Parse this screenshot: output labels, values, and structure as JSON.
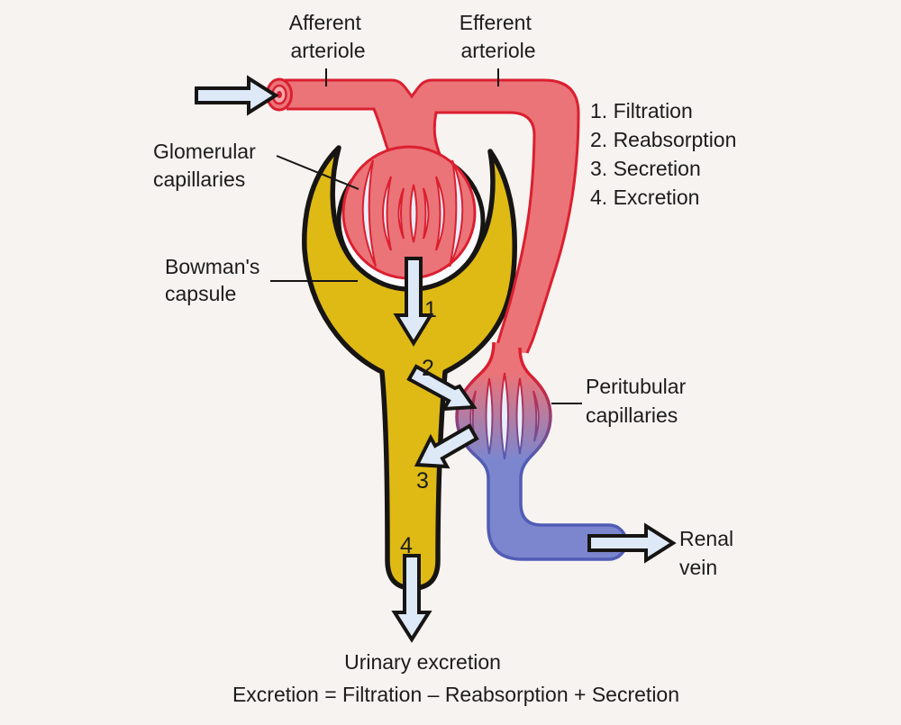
{
  "labels": {
    "afferent_arteriole": {
      "line1": "Afferent",
      "line2": "arteriole"
    },
    "efferent_arteriole": {
      "line1": "Efferent",
      "line2": "arteriole"
    },
    "glomerular_capillaries": {
      "line1": "Glomerular",
      "line2": "capillaries"
    },
    "bowmans_capsule": {
      "line1": "Bowman's",
      "line2": "capsule"
    },
    "peritubular_capillaries": {
      "line1": "Peritubular",
      "line2": "capillaries"
    },
    "renal_vein": {
      "line1": "Renal",
      "line2": "vein"
    }
  },
  "process_list": [
    "1. Filtration",
    "2. Reabsorption",
    "3. Secretion",
    "4. Excretion"
  ],
  "step_markers": [
    "1",
    "2",
    "3",
    "4"
  ],
  "footer": {
    "urinary_excretion": "Urinary excretion",
    "equation": "Excretion = Filtration – Reabsorption + Secretion"
  },
  "colors": {
    "background": "#f7f3f1",
    "artery_red": "#ea7478",
    "artery_stroke": "#db1f2f",
    "capsule_yellow": "#dfba15",
    "outline_black": "#171513",
    "vein_blue": "#7c86ce",
    "vein_stroke": "#515cb5",
    "arrow_fill": "#dee9f8",
    "capillary_slit": "#e7eefb",
    "capsular_space": "#fafbff"
  }
}
